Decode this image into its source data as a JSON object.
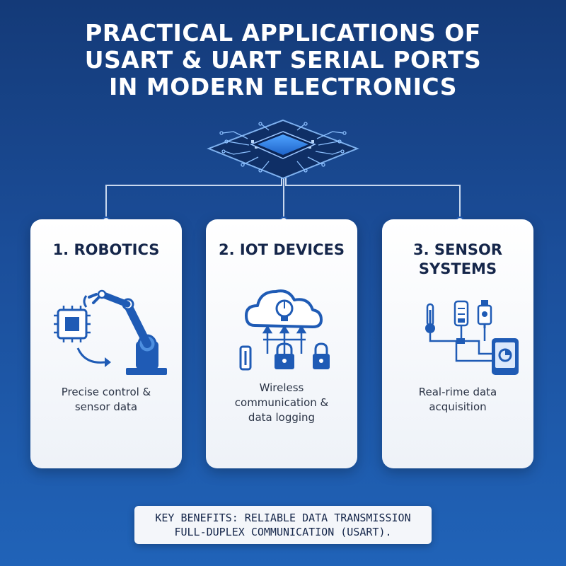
{
  "title": {
    "line1": "PRACTICAL APPLICATIONS OF",
    "line2": "USART & UART SERIAL PORTS",
    "line3": "IN MODERN ELECTRONICS"
  },
  "cards": [
    {
      "title_lines": [
        "1. ROBOTICS"
      ],
      "desc_lines": [
        "Precise control &",
        "sensor data"
      ]
    },
    {
      "title_lines": [
        "2. IOT DEVICES"
      ],
      "desc_lines": [
        "Wireless",
        "communication &",
        "data logging"
      ]
    },
    {
      "title_lines": [
        "3. SENSOR",
        "SYSTEMS"
      ],
      "desc_lines": [
        "Real-rime data",
        "acquisition"
      ]
    }
  ],
  "benefits": {
    "line1": "KEY BENEFITS: RELIABLE DATA TRANSMISSION",
    "line2": "FULL-DUPLEX COMMUNICATION (USART)."
  },
  "colors": {
    "accent": "#1f5bb5",
    "background_top": "#143a78",
    "background_bottom": "#2063b8",
    "card": "#ffffff",
    "text_dark": "#15264a"
  },
  "icons": [
    "microchip-icon",
    "robot-arm-icon",
    "cloud-lightbulb-icon",
    "lock-icon",
    "thermometer-icon",
    "sensor-icon",
    "tablet-icon"
  ]
}
